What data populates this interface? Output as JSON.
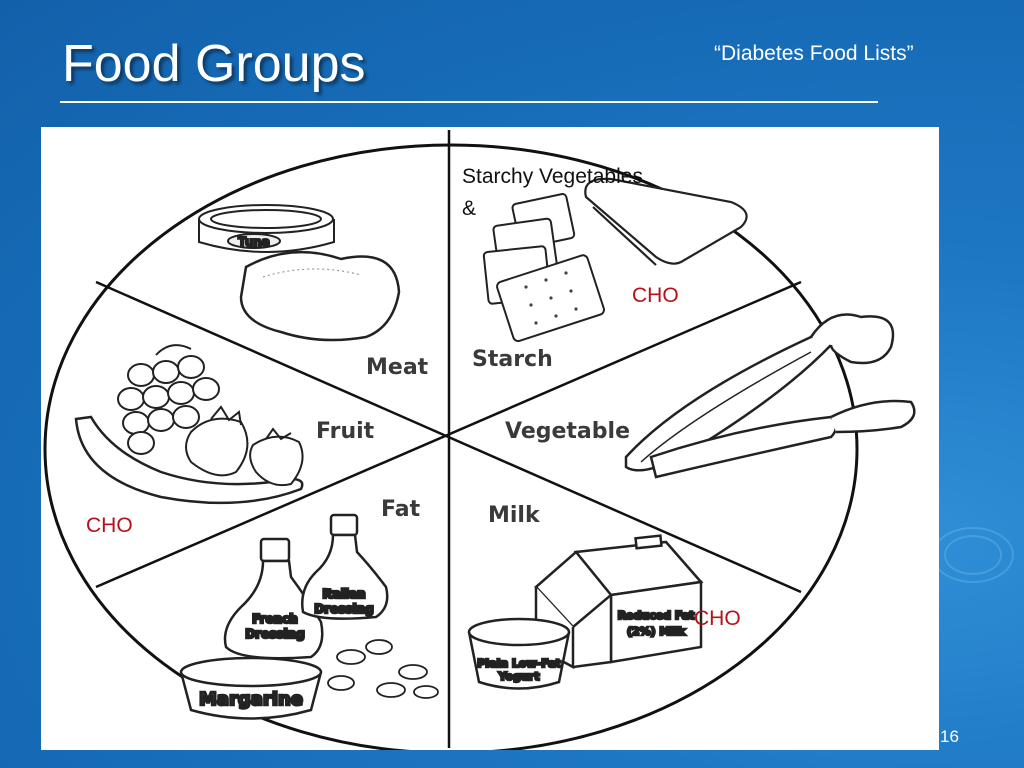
{
  "slide": {
    "title": "Food Groups",
    "subtitle": "“Diabetes Food Lists”",
    "page_number": "16"
  },
  "plate": {
    "sections": {
      "meat": "Meat",
      "starch": "Starch",
      "fruit": "Fruit",
      "vegetable": "Vegetable",
      "fat": "Fat",
      "milk": "Milk"
    },
    "annotations": {
      "starchy_vegetables_line1": "Starchy Vegetables",
      "starchy_vegetables_line2": "&",
      "cho_starch": "CHO",
      "cho_fruit": "CHO",
      "cho_milk": "CHO"
    },
    "package_labels": {
      "tuna": "Tuna",
      "french_dressing_1": "French",
      "french_dressing_2": "Dressing",
      "italian_dressing_1": "Italian",
      "italian_dressing_2": "Dressing",
      "margarine": "Margarine",
      "milk_carton_1": "Reduced Fat",
      "milk_carton_2": "(2%) Milk",
      "yogurt_1": "Plain Low-Fat",
      "yogurt_2": "Yogurt"
    }
  },
  "colors": {
    "background": "#1a6fba",
    "cho_text": "#b5121b"
  }
}
